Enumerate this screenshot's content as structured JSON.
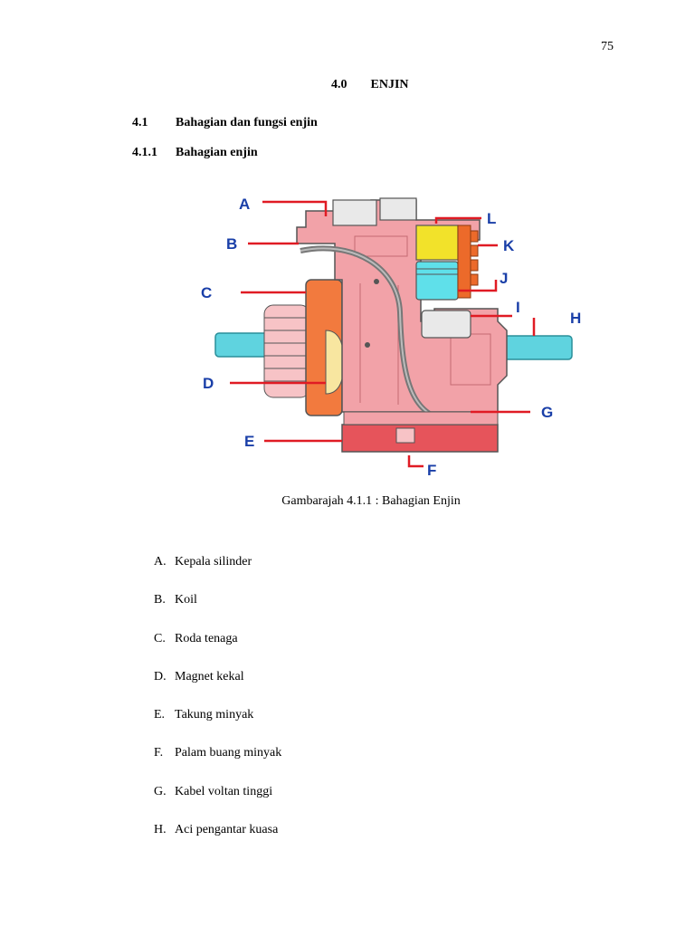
{
  "page_number": "75",
  "chapter": {
    "number": "4.0",
    "title": "ENJIN"
  },
  "section": {
    "number": "4.1",
    "title": "Bahagian dan fungsi enjin"
  },
  "subsection": {
    "number": "4.1.1",
    "title": "Bahagian enjin"
  },
  "figure": {
    "labels": [
      "A",
      "B",
      "C",
      "D",
      "E",
      "F",
      "G",
      "H",
      "I",
      "J",
      "K",
      "L"
    ],
    "caption": "Gambarajah 4.1.1 : Bahagian Enjin",
    "colors": {
      "body": "#f2a2a8",
      "body_dark": "#d9787f",
      "flywheel": "#f27a3e",
      "shaft": "#5fd3df",
      "piston_top": "#f2e22a",
      "piston_bottom": "#5fe0ea",
      "fins": "#ec6a2a",
      "base": "#e6545b",
      "label": "#1a3fa8",
      "leader": "#e01b24"
    }
  },
  "legend": [
    {
      "key": "A.",
      "text": "Kepala silinder"
    },
    {
      "key": "B.",
      "text": "Koil"
    },
    {
      "key": "C.",
      "text": "Roda tenaga"
    },
    {
      "key": "D.",
      "text": "Magnet kekal"
    },
    {
      "key": "E.",
      "text": "Takung minyak"
    },
    {
      "key": "F.",
      "text": "Palam buang minyak"
    },
    {
      "key": "G.",
      "text": "Kabel voltan tinggi"
    },
    {
      "key": "H.",
      "text": "Aci pengantar kuasa"
    }
  ]
}
